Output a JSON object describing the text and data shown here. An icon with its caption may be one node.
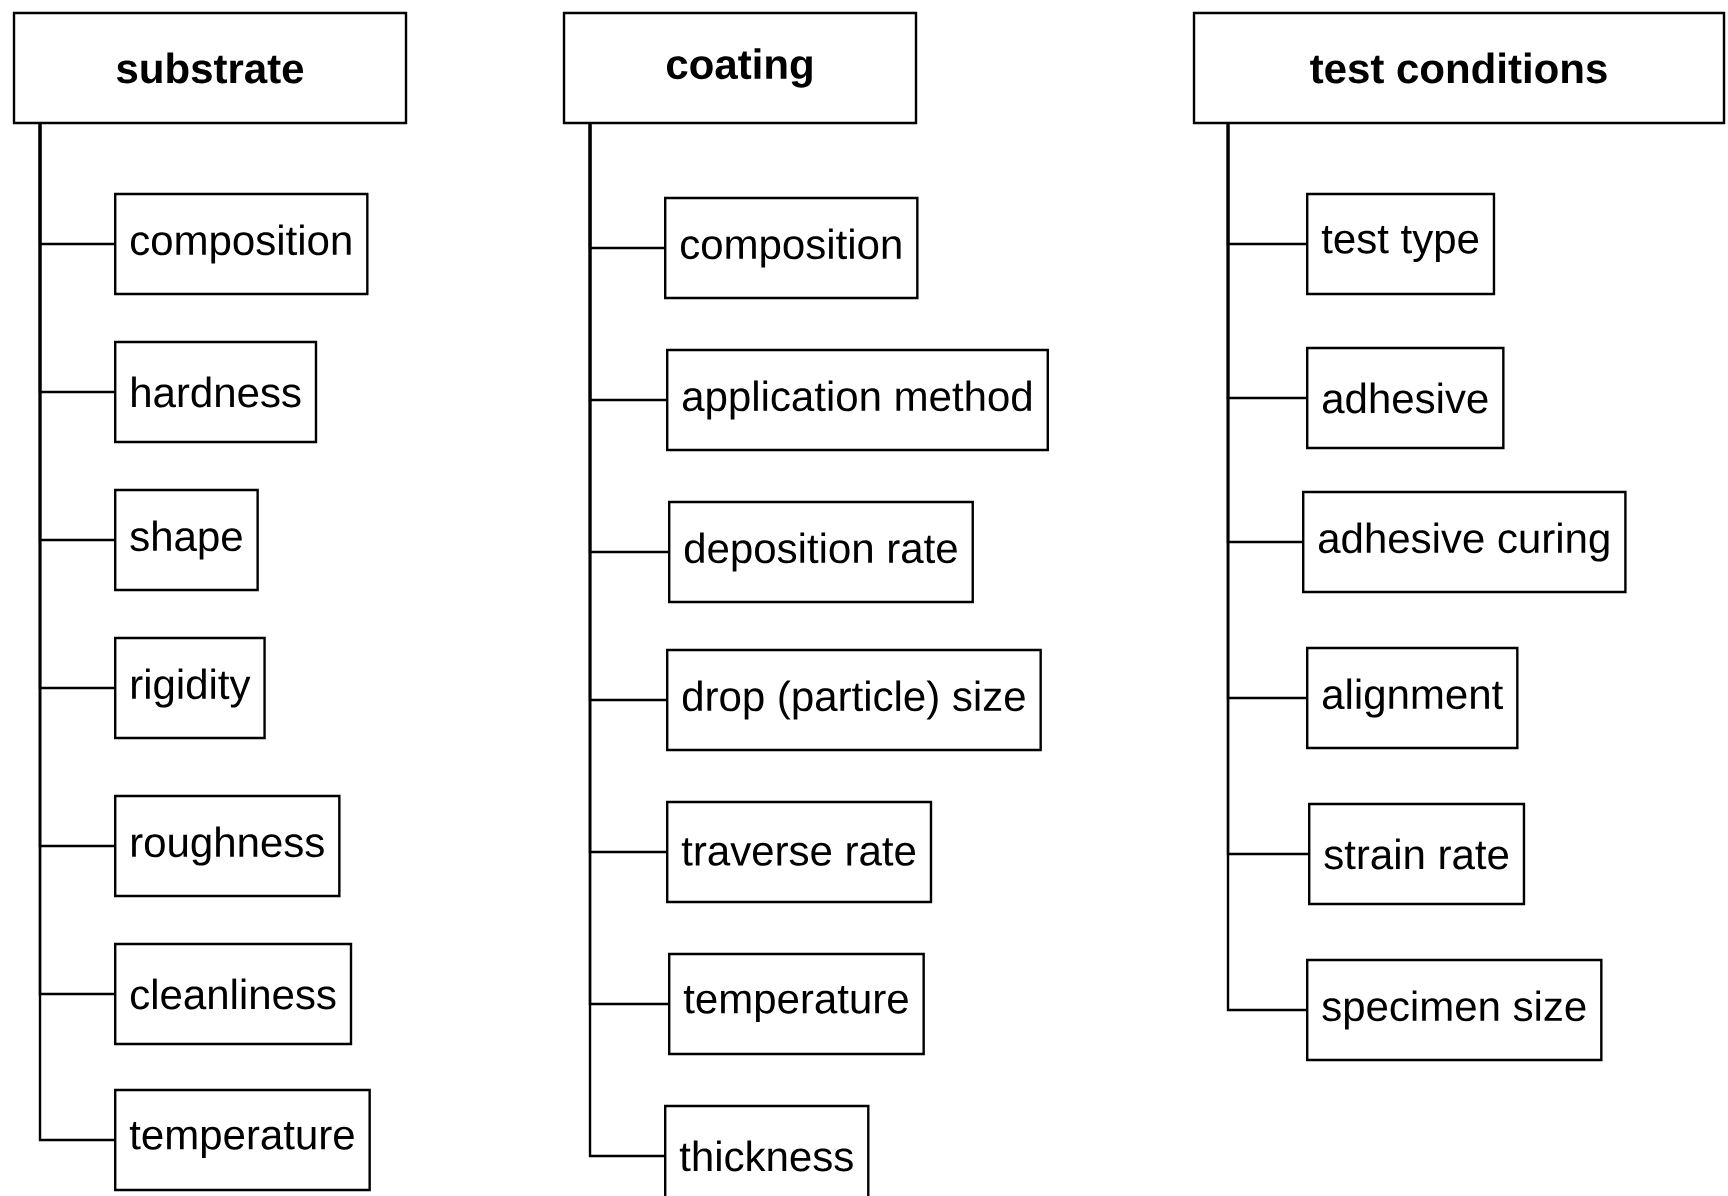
{
  "diagram": {
    "nodes": [
      {
        "text": [
          "substrate"
        ]
      },
      {
        "text": [
          "composition"
        ]
      },
      {
        "text": [
          "hardness"
        ]
      },
      {
        "text": [
          "shape"
        ]
      },
      {
        "text": [
          "rigidity"
        ]
      },
      {
        "text": [
          "roughness"
        ]
      },
      {
        "text": [
          "cleanliness"
        ]
      },
      {
        "text": [
          "temperature"
        ]
      },
      {
        "text": [
          "coating"
        ]
      },
      {
        "text": [
          "composition"
        ]
      },
      {
        "text": [
          "application method"
        ]
      },
      {
        "text": [
          "deposition rate"
        ]
      },
      {
        "text": [
          "drop (particle) size"
        ]
      },
      {
        "text": [
          "traverse rate"
        ]
      },
      {
        "text": [
          "temperature"
        ]
      },
      {
        "text": [
          "thickness"
        ]
      },
      {
        "text": [
          "test conditions"
        ]
      },
      {
        "text": [
          "test type"
        ]
      },
      {
        "text": [
          "adhesive"
        ]
      },
      {
        "text": [
          "adhesive curing"
        ]
      },
      {
        "text": [
          "alignment"
        ]
      },
      {
        "text": [
          "strain rate"
        ]
      },
      {
        "text": [
          "specimen size"
        ]
      }
    ],
    "edges": [
      {
        "from": 0,
        "to": 1,
        "arrow": "none"
      },
      {
        "from": 0,
        "to": 2,
        "arrow": "none"
      },
      {
        "from": 0,
        "to": 3,
        "arrow": "none"
      },
      {
        "from": 0,
        "to": 4,
        "arrow": "none"
      },
      {
        "from": 0,
        "to": 5,
        "arrow": "none"
      },
      {
        "from": 0,
        "to": 6,
        "arrow": "none"
      },
      {
        "from": 0,
        "to": 7,
        "arrow": "none"
      },
      {
        "from": 8,
        "to": 9,
        "arrow": "none"
      },
      {
        "from": 8,
        "to": 10,
        "arrow": "none"
      },
      {
        "from": 8,
        "to": 11,
        "arrow": "none"
      },
      {
        "from": 8,
        "to": 12,
        "arrow": "none"
      },
      {
        "from": 8,
        "to": 13,
        "arrow": "none"
      },
      {
        "from": 8,
        "to": 14,
        "arrow": "none"
      },
      {
        "from": 8,
        "to": 15,
        "arrow": "none"
      },
      {
        "from": 16,
        "to": 17,
        "arrow": "none"
      },
      {
        "from": 16,
        "to": 18,
        "arrow": "none"
      },
      {
        "from": 16,
        "to": 19,
        "arrow": "none"
      },
      {
        "from": 16,
        "to": 20,
        "arrow": "none"
      },
      {
        "from": 16,
        "to": 21,
        "arrow": "none"
      },
      {
        "from": 16,
        "to": 22,
        "arrow": "none"
      }
    ]
  }
}
